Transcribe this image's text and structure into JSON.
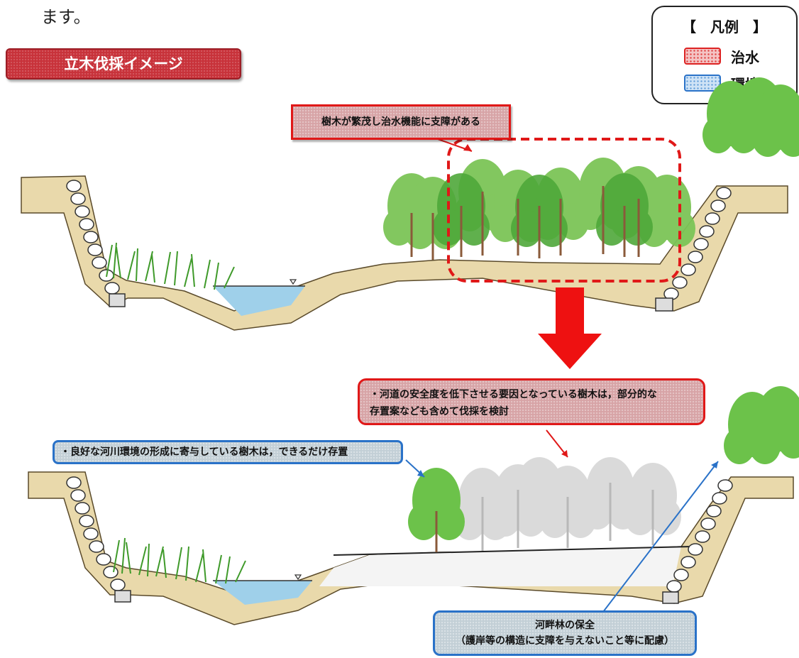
{
  "top_text": "ます。",
  "title": "立木伐採イメージ",
  "legend": {
    "title": "【　凡例　】",
    "items": [
      {
        "label": "治水",
        "color": "#d22222"
      },
      {
        "label": "環境",
        "color": "#2a72c8"
      }
    ]
  },
  "callouts": {
    "dense_trees": "樹木が繁茂し治水機能に支障がある",
    "safety_line1": "・河道の安全度を低下させる要因となっている樹木は，部分的な",
    "safety_line2": "存置案なども含めて伐採を検討",
    "environment": "・良好な河川環境の形成に寄与している樹木は，できるだけ存置",
    "riparian_line1": "河畔林の保全",
    "riparian_line2": "（護岸等の構造に支障を与えないこと等に配慮）"
  },
  "colors": {
    "flood_control": "#e01818",
    "environment": "#2a72c8",
    "arrow": "#ee1111",
    "bank": "#e8d7a8",
    "water": "#9fd0ea",
    "tree_green": "#6cc24a",
    "tree_grey": "#cfcfcf"
  }
}
